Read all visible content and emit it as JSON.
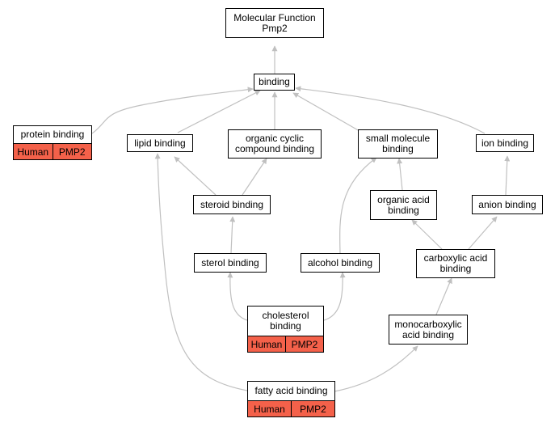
{
  "colors": {
    "edge": "#c0c0c0",
    "annotation_fill": "#f4614a",
    "node_fill": "#ffffff",
    "border": "#000000"
  },
  "nodes": {
    "molecular_function": {
      "line1": "Molecular Function",
      "line2": "Pmp2"
    },
    "binding": {
      "label": "binding"
    },
    "protein_binding": {
      "label": "protein binding",
      "species": "Human",
      "gene": "PMP2"
    },
    "lipid_binding": {
      "label": "lipid binding"
    },
    "organic_cyclic_compound_binding": {
      "line1": "organic cyclic",
      "line2": "compound binding"
    },
    "small_molecule_binding": {
      "line1": "small molecule",
      "line2": "binding"
    },
    "ion_binding": {
      "label": "ion binding"
    },
    "steroid_binding": {
      "label": "steroid binding"
    },
    "organic_acid_binding": {
      "line1": "organic acid",
      "line2": "binding"
    },
    "anion_binding": {
      "label": "anion binding"
    },
    "sterol_binding": {
      "label": "sterol binding"
    },
    "alcohol_binding": {
      "label": "alcohol binding"
    },
    "carboxylic_acid_binding": {
      "line1": "carboxylic acid",
      "line2": "binding"
    },
    "cholesterol_binding": {
      "line1": "cholesterol",
      "line2": "binding",
      "species": "Human",
      "gene": "PMP2"
    },
    "monocarboxylic_acid_binding": {
      "line1": "monocarboxylic",
      "line2": "acid binding"
    },
    "fatty_acid_binding": {
      "label": "fatty acid binding",
      "species": "Human",
      "gene": "PMP2"
    }
  }
}
